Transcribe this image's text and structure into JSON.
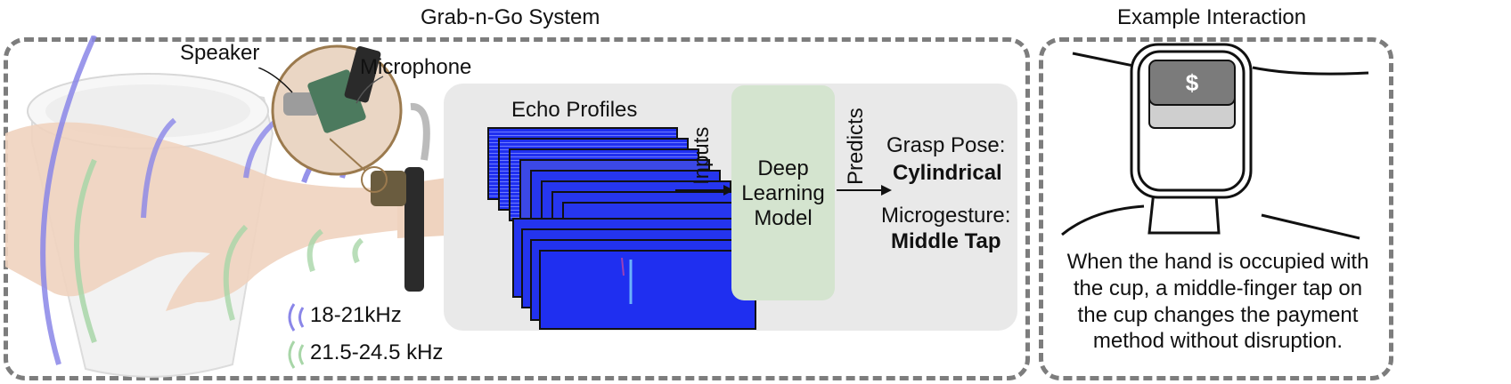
{
  "left_panel": {
    "title": "Grab-n-Go System",
    "speaker_label": "Speaker",
    "microphone_label": "Microphone",
    "echo_profiles_label": "Echo Profiles",
    "inputs_label": "Inputs",
    "model_label_lines": [
      "Deep",
      "Learning",
      "Model"
    ],
    "predicts_label": "Predicts",
    "grasp_pose_label": "Grasp Pose:",
    "grasp_pose_value": "Cylindrical",
    "microgesture_label": "Microgesture:",
    "microgesture_value": "Middle Tap",
    "legend": [
      {
        "label": "18-21kHz",
        "color": "#8a86e8"
      },
      {
        "label": "21.5-24.5 kHz",
        "color": "#a8d6a8"
      }
    ]
  },
  "right_panel": {
    "title": "Example Interaction",
    "watch_symbol": "$",
    "caption_lines": [
      "When the hand is occupied with",
      "the cup, a middle-finger tap on",
      "the cup changes the payment",
      "method without disruption."
    ]
  },
  "colors": {
    "border": "#7d7d7d",
    "panel_bg": "#e9e9e9",
    "model_bg": "#d4e4cf",
    "echo_blue": "#1f2ff0"
  }
}
